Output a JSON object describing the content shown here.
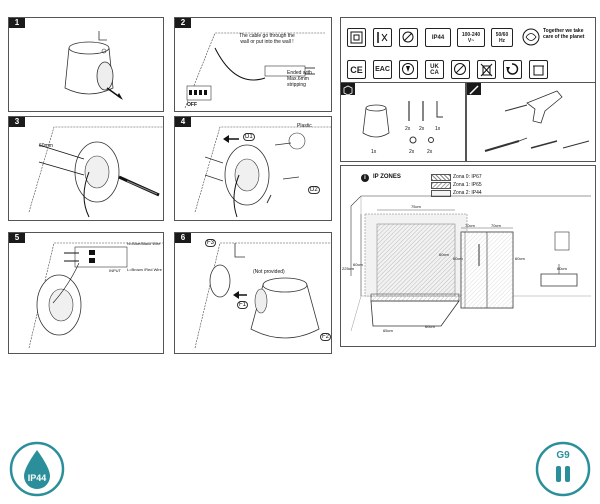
{
  "steps": [
    {
      "n": "1"
    },
    {
      "n": "2"
    },
    {
      "n": "3"
    },
    {
      "n": "4"
    },
    {
      "n": "5"
    },
    {
      "n": "6"
    }
  ],
  "step2": {
    "cable_note": "The cable go through the wall or put into the wall !",
    "ended_note": "Ended with Max.6mm stripping",
    "off_label": "OFF"
  },
  "step3": {
    "dim": "60mm"
  },
  "step4": {
    "plastic": "Plastic",
    "d1": "D1",
    "d2": "D2"
  },
  "step5": {
    "n_wire": "N=Blue/Black Wire",
    "input": "INPUT",
    "l_wire": "L=Brown /Red Wire"
  },
  "step6": {
    "f3": "F3",
    "not_provided": "(Not provided)",
    "f1": "F1",
    "f2": "F2"
  },
  "certs": {
    "ip44": "IP44",
    "voltage": "100-240 V~",
    "freq": "50/60 Hz",
    "planet": "Together we take care of the planet",
    "ce": "CE",
    "eac": "EAC",
    "ukca": "UK CA",
    "ukca_top": "UK",
    "ukca_bottom": "CA",
    "voltage_top": "100-240",
    "voltage_bottom": "V~",
    "freq_top": "50/60",
    "freq_bottom": "Hz"
  },
  "parts": {
    "q1": "2x",
    "q2": "2x",
    "q3": "1x",
    "q4": "1x",
    "q5": "2x",
    "q6": "2x"
  },
  "zones": {
    "title": "IP ZONES",
    "z0": "Zona 0: IP67",
    "z1": "Zona 1: IP65",
    "z2": "Zona 2: IP44",
    "d75": "75cm",
    "d60a": "60cm",
    "d60b": "60cm",
    "d60c": "60cm",
    "d70a": "70cm",
    "d70b": "70cm",
    "d60d": "60cm",
    "d225": "225cm",
    "d65": "65cm",
    "d60e": "60cm",
    "d60f": "60cm"
  },
  "badges": {
    "ip44": "IP44",
    "g9": "G9"
  },
  "colors": {
    "teal": "#2a8f9a",
    "dark": "#1a1a1a"
  }
}
